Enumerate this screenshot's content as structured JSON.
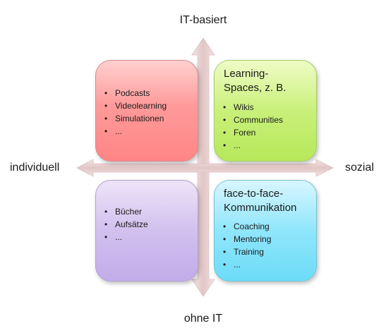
{
  "axes": {
    "top": "IT-basiert",
    "bottom": "ohne IT",
    "left": "individuell",
    "right": "sozial"
  },
  "colors": {
    "arrow": "#e9d2d2",
    "top_left": "#ff9a9a",
    "top_right": "#c9f07a",
    "bottom_left": "#d2c0ee",
    "bottom_right": "#8fe6fb"
  },
  "quadrants": {
    "top_left": {
      "items": [
        "Podcasts",
        "Videolearning",
        "Simulationen",
        "..."
      ]
    },
    "top_right": {
      "title_line1": "Learning-",
      "title_line2": "Spaces, z. B.",
      "items": [
        "Wikis",
        "Communities",
        "Foren",
        "..."
      ]
    },
    "bottom_left": {
      "items": [
        "Bücher",
        "Aufsätze",
        "..."
      ]
    },
    "bottom_right": {
      "title_line1": "face-to-face-",
      "title_line2": "Kommunikation",
      "items": [
        "Coaching",
        "Mentoring",
        "Training",
        "..."
      ]
    }
  }
}
